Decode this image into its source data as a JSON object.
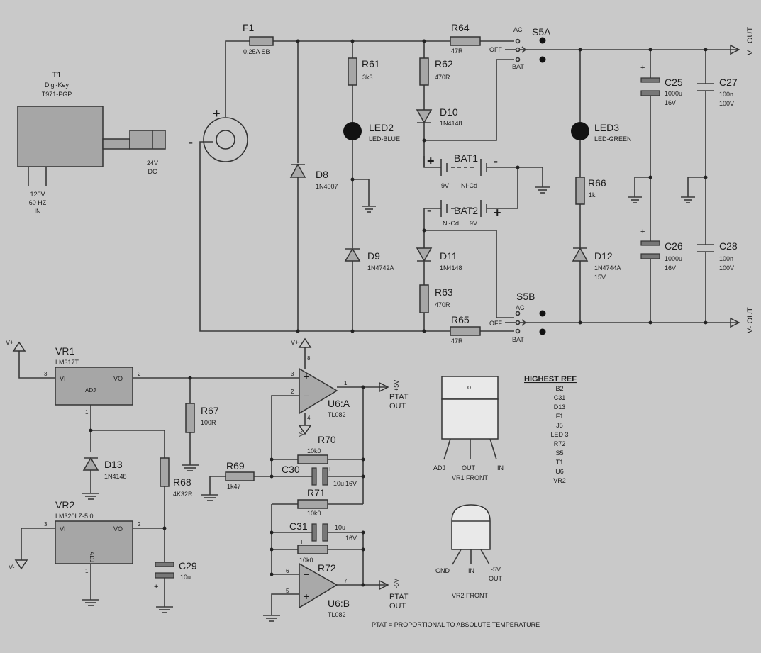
{
  "transformer": {
    "ref": "T1",
    "maker": "Digi-Key",
    "part": "T971-PGP",
    "input": [
      "120V",
      "60 HZ",
      "IN"
    ],
    "output": [
      "24V",
      "DC"
    ]
  },
  "jack": {
    "plus": "+",
    "minus": "-"
  },
  "fuse": {
    "ref": "F1",
    "value": "0.25A SB"
  },
  "r61": {
    "ref": "R61",
    "value": "3k3"
  },
  "r62": {
    "ref": "R62",
    "value": "470R"
  },
  "r63": {
    "ref": "R63",
    "value": "470R"
  },
  "r64": {
    "ref": "R64",
    "value": "47R"
  },
  "r65": {
    "ref": "R65",
    "value": "47R"
  },
  "r66": {
    "ref": "R66",
    "value": "1k"
  },
  "r67": {
    "ref": "R67",
    "value": "100R"
  },
  "r68": {
    "ref": "R68",
    "value": "4K32R"
  },
  "r69": {
    "ref": "R69",
    "value": "1k47"
  },
  "r70": {
    "ref": "R70",
    "value": "10k0"
  },
  "r71": {
    "ref": "R71",
    "value": "10k0"
  },
  "r72": {
    "ref": "R72",
    "value": "10k0"
  },
  "led2": {
    "ref": "LED2",
    "value": "LED-BLUE"
  },
  "led3": {
    "ref": "LED3",
    "value": "LED-GREEN"
  },
  "d8": {
    "ref": "D8",
    "value": "1N4007"
  },
  "d9": {
    "ref": "D9",
    "value": "1N4742A"
  },
  "d10": {
    "ref": "D10",
    "value": "1N4148"
  },
  "d11": {
    "ref": "D11",
    "value": "1N4148"
  },
  "d12": {
    "ref": "D12",
    "value": "1N4744A",
    "extra": "15V"
  },
  "d13": {
    "ref": "D13",
    "value": "1N4148"
  },
  "bat1": {
    "ref": "BAT1",
    "volt": "9V",
    "type": "Ni-Cd",
    "plus": "+",
    "minus": "-"
  },
  "bat2": {
    "ref": "BAT2",
    "volt": "9V",
    "type": "Ni-Cd",
    "plus": "+",
    "minus": "-"
  },
  "s5a": {
    "ref": "S5A",
    "ac": "AC",
    "off": "OFF",
    "bat": "BAT"
  },
  "s5b": {
    "ref": "S5B",
    "ac": "AC",
    "off": "OFF",
    "bat": "BAT"
  },
  "c25": {
    "ref": "C25",
    "value": "1000u",
    "volt": "16V",
    "plus": "+"
  },
  "c26": {
    "ref": "C26",
    "value": "1000u",
    "volt": "16V",
    "plus": "+"
  },
  "c27": {
    "ref": "C27",
    "value": "100n",
    "volt": "100V"
  },
  "c28": {
    "ref": "C28",
    "value": "100n",
    "volt": "100V"
  },
  "c29": {
    "ref": "C29",
    "value": "10u",
    "plus": "+"
  },
  "c30": {
    "ref": "C30",
    "value": "10u",
    "volt": "16V",
    "plus": "+"
  },
  "c31": {
    "ref": "C31",
    "value": "10u",
    "volt": "16V",
    "plus": "+"
  },
  "vout_pos": "V+ OUT",
  "vout_neg": "V- OUT",
  "vr1": {
    "ref": "VR1",
    "part": "LM317T",
    "vi": "VI",
    "vo": "VO",
    "adj": "ADJ",
    "pin_in": "3",
    "pin_out": "2",
    "pin_adj": "1",
    "supply": "V+"
  },
  "vr2": {
    "ref": "VR2",
    "part": "LM320LZ-5.0",
    "vi": "VI",
    "vo": "VO",
    "adj": "ADJ",
    "pin_in": "3",
    "pin_out": "2",
    "pin_adj": "1",
    "supply": "V-"
  },
  "u6a": {
    "ref": "U6:A",
    "part": "TL082",
    "pin_plus": "3",
    "pin_minus": "2",
    "pin_out": "1",
    "pin_vp": "8",
    "pin_vn": "4",
    "vp": "V+",
    "vn": "V-",
    "out_label": [
      "+5V",
      "PTAT",
      "OUT"
    ]
  },
  "u6b": {
    "ref": "U6:B",
    "part": "TL082",
    "pin_minus": "6",
    "pin_plus": "5",
    "pin_out": "7",
    "out_label": [
      "-5V",
      "PTAT",
      "OUT"
    ]
  },
  "front1": {
    "title": "VR1 FRONT",
    "pins": [
      "ADJ",
      "OUT",
      "IN"
    ],
    "mark": "o"
  },
  "front2": {
    "title": "VR2 FRONT",
    "pins": [
      "GND",
      "IN",
      "-5V",
      "OUT"
    ]
  },
  "highest_ref": {
    "title": "HIGHEST REF",
    "items": [
      "B2",
      "C31",
      "D13",
      "F1",
      "J5",
      "LED 3",
      "R72",
      "S5",
      "T1",
      "U6",
      "VR2"
    ]
  },
  "note": "PTAT = PROPORTIONAL TO ABSOLUTE TEMPERATURE"
}
